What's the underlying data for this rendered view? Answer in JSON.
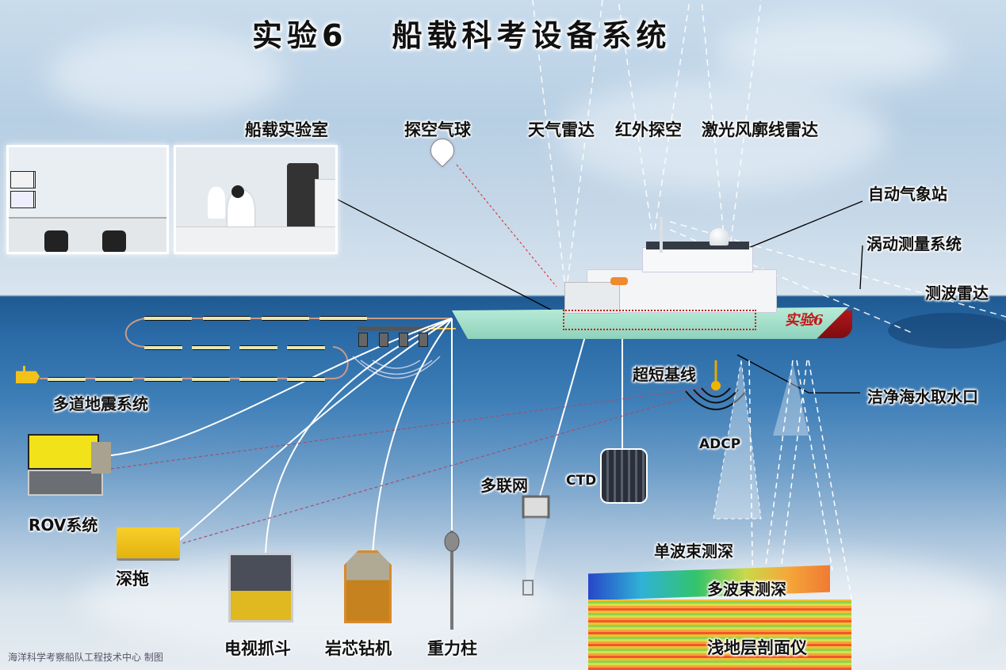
{
  "title": {
    "part1": "实验6",
    "part2": "船载科考设备系统"
  },
  "labels": {
    "lab": "船载实验室",
    "balloon": "探空气球",
    "weather_radar": "天气雷达",
    "infrared": "红外探空",
    "lidar": "激光风廓线雷达",
    "auto_weather": "自动气象站",
    "eddy": "涡动测量系统",
    "wave_radar": "测波雷达",
    "seismic": "多道地震系统",
    "usbl": "超短基线",
    "seawater_intake": "洁净海水取水口",
    "adcp": "ADCP",
    "multinet": "多联网",
    "ctd": "CTD",
    "rov": "ROV系统",
    "deep_tow": "深拖",
    "tv_grab": "电视抓斗",
    "rock_drill": "岩芯钻机",
    "gravity_corer": "重力柱",
    "single_beam": "单波束测深",
    "multi_beam": "多波束测深",
    "sub_bottom": "浅地层剖面仪"
  },
  "ship": {
    "name": "实验6"
  },
  "footer": "海洋科学考察船队工程技术中心 制图",
  "colors": {
    "hull_red": "#b0161b",
    "hull_green": "#a8e3cc",
    "ocean": "#2a6aa6",
    "rov_yellow": "#f2d21a",
    "drill_orange": "#d98a2a"
  }
}
